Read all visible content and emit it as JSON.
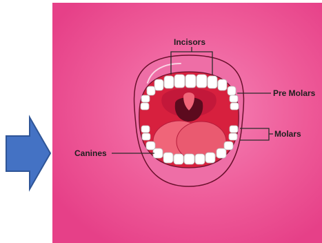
{
  "colors": {
    "page_background": "#ffffff",
    "panel_pink": "#ec4a8b",
    "panel_pink_light": "#f37ab0",
    "arrow_blue": "#4472c4",
    "arrow_outline": "#2f5597",
    "lip_pink": "#ee6ea6",
    "mouth_red": "#d7203e",
    "tongue_pink": "#f06579",
    "throat_dark": "#5c0a1e",
    "tooth_white": "#ffffff",
    "leader_line": "#2a2a2a"
  },
  "icons": {
    "arrow": "right-arrow-icon",
    "mouth": "open-mouth-illustration"
  },
  "labels": {
    "incisors": "Incisors",
    "pre_molars": "Pre Molars",
    "molars": "Molars",
    "canines": "Canines"
  }
}
